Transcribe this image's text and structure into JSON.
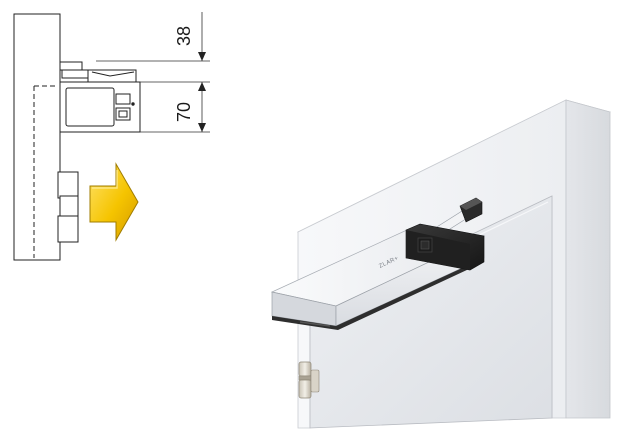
{
  "diagram": {
    "dimensions": {
      "top_gap": "38",
      "closer_height": "70"
    },
    "brand_logo": "ZLAR+",
    "colors": {
      "outline": "#222222",
      "arrow_fill": "#f5c400",
      "arrow_stroke": "#9b7a00",
      "closer_body": "#e9ecef",
      "closer_cap": "#2b2b2b",
      "wall_face": "#f2f3f5",
      "door_face": "#e2e4e8"
    }
  }
}
